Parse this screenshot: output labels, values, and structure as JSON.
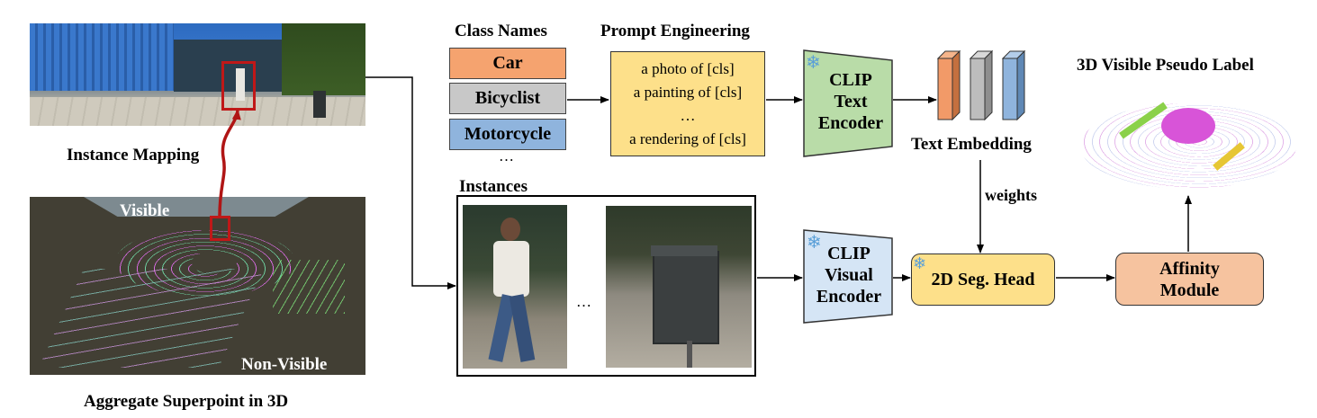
{
  "left": {
    "instance_mapping": "Instance Mapping",
    "visible": "Visible",
    "non_visible": "Non-Visible",
    "aggregate": "Aggregate Superpoint in 3D"
  },
  "class_names": {
    "title": "Class Names",
    "items": [
      "Car",
      "Bicyclist",
      "Motorcycle"
    ],
    "more": "…",
    "colors": [
      "#f5a36f",
      "#c8c8c8",
      "#8fb4dd"
    ]
  },
  "prompt": {
    "title": "Prompt Engineering",
    "lines": [
      "a photo of [cls]",
      "a painting of [cls]",
      "…",
      "a rendering of [cls]"
    ]
  },
  "text_encoder": {
    "lines": [
      "CLIP",
      "Text",
      "Encoder"
    ],
    "color": "#b9dca8"
  },
  "text_embedding": {
    "label": "Text Embedding",
    "colors": [
      "#f29a68",
      "#bdbdbd",
      "#8fb4dd"
    ]
  },
  "weights": "weights",
  "instances": {
    "title": "Instances",
    "ellipsis": "…"
  },
  "visual_encoder": {
    "lines": [
      "CLIP",
      "Visual",
      "Encoder"
    ],
    "color": "#d5e5f5"
  },
  "seg_head": {
    "label": "2D Seg. Head",
    "color": "#fde08a"
  },
  "affinity": {
    "lines": [
      "Affinity",
      "Module"
    ],
    "color": "#f6c39f"
  },
  "pseudo_label": {
    "title": "3D Visible Pseudo Label"
  }
}
